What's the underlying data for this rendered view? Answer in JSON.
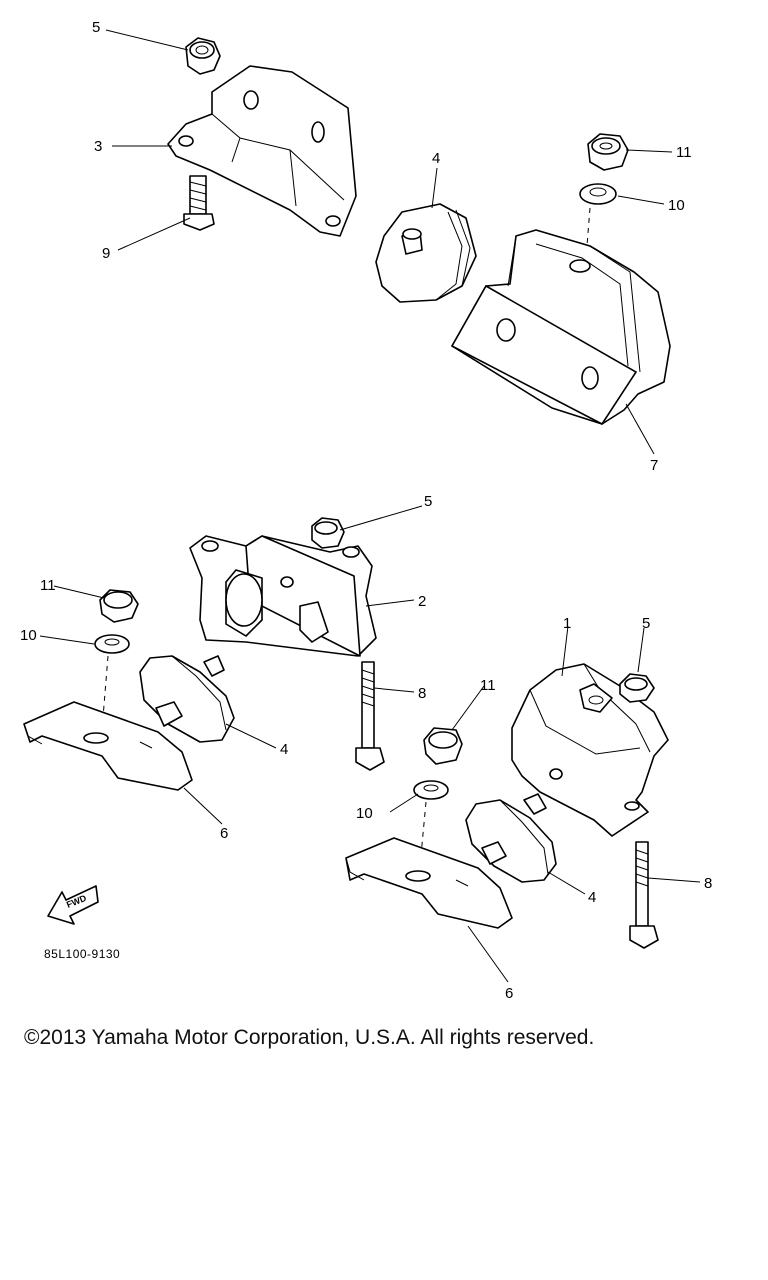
{
  "diagram": {
    "part_code": "85L100-9130",
    "fwd_label": "FWD",
    "callouts": [
      {
        "id": "c5a",
        "text": "5"
      },
      {
        "id": "c3",
        "text": "3"
      },
      {
        "id": "c9",
        "text": "9"
      },
      {
        "id": "c4a",
        "text": "4"
      },
      {
        "id": "c11a",
        "text": "11"
      },
      {
        "id": "c10a",
        "text": "10"
      },
      {
        "id": "c7",
        "text": "7"
      },
      {
        "id": "c5b",
        "text": "5"
      },
      {
        "id": "c2",
        "text": "2"
      },
      {
        "id": "c11b",
        "text": "11"
      },
      {
        "id": "c10b",
        "text": "10"
      },
      {
        "id": "c1",
        "text": "1"
      },
      {
        "id": "c5c",
        "text": "5"
      },
      {
        "id": "c8a",
        "text": "8"
      },
      {
        "id": "c11c",
        "text": "11"
      },
      {
        "id": "c4b",
        "text": "4"
      },
      {
        "id": "c6a",
        "text": "6"
      },
      {
        "id": "c10c",
        "text": "10"
      },
      {
        "id": "c4c",
        "text": "4"
      },
      {
        "id": "c8b",
        "text": "8"
      },
      {
        "id": "c6b",
        "text": "6"
      }
    ]
  },
  "footer": {
    "copyright": "©2013 Yamaha Motor Corporation, U.S.A. All rights reserved."
  }
}
